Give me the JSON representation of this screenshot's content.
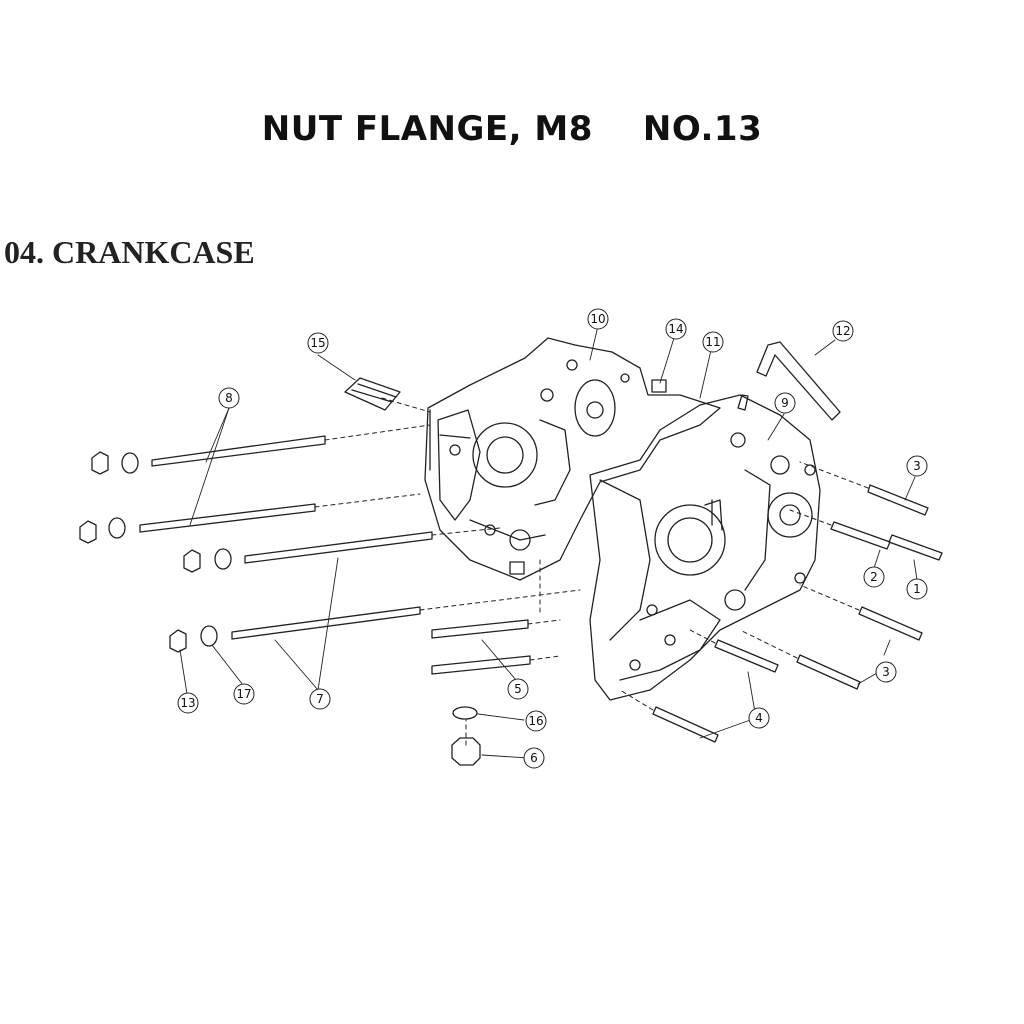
{
  "header": {
    "part_name": "NUT FLANGE, M8",
    "part_number": "NO.13"
  },
  "section": {
    "title": "04. CRANKCASE"
  },
  "callouts": {
    "c1": "1",
    "c2": "2",
    "c3a": "3",
    "c3b": "3",
    "c4": "4",
    "c5": "5",
    "c6": "6",
    "c7": "7",
    "c8": "8",
    "c9": "9",
    "c10": "10",
    "c11": "11",
    "c12": "12",
    "c13": "13",
    "c14": "14",
    "c15": "15",
    "c16": "16",
    "c17": "17"
  }
}
